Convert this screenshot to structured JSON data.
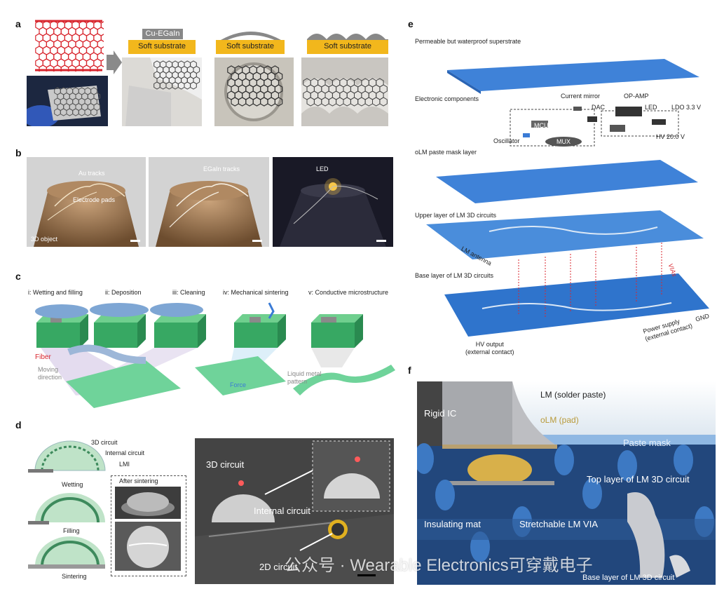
{
  "panels": {
    "a": "a",
    "b": "b",
    "c": "c",
    "d": "d",
    "e": "e",
    "f": "f"
  },
  "a": {
    "cu_layer": "Cu-EGaIn",
    "substrate": "Soft substrate"
  },
  "b": {
    "au_tracks": "Au tracks",
    "egain_tracks": "EGaIn tracks",
    "electrode_pads": "Electrode pads",
    "object_3d": "3D object",
    "led": "LED"
  },
  "c": {
    "steps": [
      "i: Wetting and filling",
      "ii: Deposition",
      "iii: Cleaning",
      "iv: Mechanical sintering",
      "v: Conductive microstructure"
    ],
    "fiber": "Fiber",
    "moving_direction": "Moving\ndirection",
    "force": "Force",
    "liquid_metal": "Liquid metal\npattern"
  },
  "d": {
    "circuit_3d": "3D circuit",
    "internal_circuit": "Internal circuit",
    "lmi": "LMI",
    "wetting": "Wetting",
    "filling": "Filling",
    "sintering": "Sintering",
    "after_sintering": "After sintering",
    "photo_3d": "3D circuit",
    "photo_internal": "Internal circuit",
    "photo_2d": "2D circuit"
  },
  "e": {
    "superstrate": "Permeable but waterproof superstrate",
    "electronic": "Electronic components",
    "current_mirror": "Current mirror",
    "op_amp": "OP-AMP",
    "dac": "DAC",
    "led": "LED",
    "ldo": "LDO 3.3 V",
    "mcu": "MCU",
    "mux": "MUX",
    "oscillator": "Oscillator",
    "hv": "HV 20.0 V",
    "olm_mask": "oLM paste mask layer",
    "upper": "Upper layer of LM 3D circuits",
    "antenna": "LM antenna",
    "base": "Base layer of LM 3D circuits",
    "vias": "VIAs",
    "power": "Power supply\n(external contact)",
    "gnd": "GND",
    "hv_output": "HV output\n(external contact)"
  },
  "f": {
    "rigid_ic": "Rigid IC",
    "lm_solder": "LM (solder paste)",
    "olm_pad": "oLM (pad)",
    "paste_mask": "Paste mask",
    "top_layer": "Top layer of LM 3D circuit",
    "insulating": "Insulating mat",
    "via": "Stretchable LM VIA",
    "base_layer": "Base layer of LM 3D circuit"
  },
  "watermark": "公众号 · Wearable Electronics可穿戴电子",
  "colors": {
    "substrate": "#f2b71c",
    "blue": "#3a7bd5",
    "green": "#3fae6a",
    "red_hex": "#d8262e"
  }
}
